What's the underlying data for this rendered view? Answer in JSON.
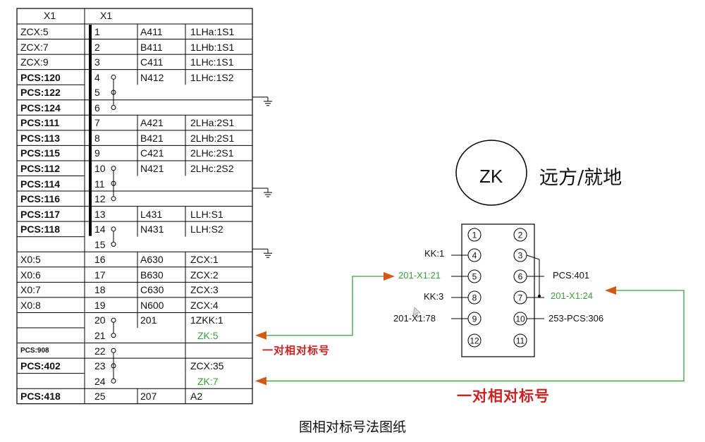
{
  "colors": {
    "line": "#000000",
    "green": "#3aa23a",
    "red": "#cc2222",
    "arrow": "#d25a14"
  },
  "table": {
    "header_left": "X1",
    "header_right": "X1",
    "rows": [
      {
        "src": "ZCX:5",
        "num": "1",
        "a": "A411",
        "b": "1LHa:1S1"
      },
      {
        "src": "ZCX:7",
        "num": "2",
        "a": "B411",
        "b": "1LHb:1S1"
      },
      {
        "src": "ZCX:9",
        "num": "3",
        "a": "C411",
        "b": "1LHc:1S1"
      },
      {
        "src": "PCS:120",
        "num": "4",
        "a": "N412",
        "b": "1LHc:1S2"
      },
      {
        "src": "PCS:122",
        "num": "5",
        "a": "",
        "b": ""
      },
      {
        "src": "PCS:124",
        "num": "6",
        "a": "",
        "b": ""
      },
      {
        "src": "PCS:111",
        "num": "7",
        "a": "A421",
        "b": "2LHa:2S1"
      },
      {
        "src": "PCS:113",
        "num": "8",
        "a": "B421",
        "b": "2LHb:2S1"
      },
      {
        "src": "PCS:115",
        "num": "9",
        "a": "C421",
        "b": "2LHc:2S1"
      },
      {
        "src": "PCS:112",
        "num": "10",
        "a": "N421",
        "b": "2LHc:2S2"
      },
      {
        "src": "PCS:114",
        "num": "11",
        "a": "",
        "b": ""
      },
      {
        "src": "PCS:116",
        "num": "12",
        "a": "",
        "b": ""
      },
      {
        "src": "PCS:117",
        "num": "13",
        "a": "L431",
        "b": "LLH:S1"
      },
      {
        "src": "PCS:118",
        "num": "14",
        "a": "N431",
        "b": "LLH:S2"
      },
      {
        "src": "",
        "num": "15",
        "a": "",
        "b": ""
      },
      {
        "src": "X0:5",
        "num": "16",
        "a": "A630",
        "b": "ZCX:1"
      },
      {
        "src": "X0:6",
        "num": "17",
        "a": "B630",
        "b": "ZCX:2"
      },
      {
        "src": "X0:7",
        "num": "18",
        "a": "C630",
        "b": "ZCX:3"
      },
      {
        "src": "X0:8",
        "num": "19",
        "a": "N600",
        "b": "ZCX:4"
      },
      {
        "src": "",
        "num": "20",
        "a": "201",
        "b": "1ZKK:1"
      },
      {
        "src": "",
        "num": "21",
        "a": "",
        "b": "ZK:5"
      },
      {
        "src": "PCS:908",
        "num": "22",
        "a": "",
        "b": ""
      },
      {
        "src": "PCS:402",
        "num": "23",
        "a": "",
        "b": "ZCX:35"
      },
      {
        "src": "",
        "num": "24",
        "a": "",
        "b": "ZK:7"
      },
      {
        "src": "PCS:418",
        "num": "25",
        "a": "207",
        "b": "A2"
      }
    ]
  },
  "zk": {
    "circle_label": "ZK",
    "side_label": "远方/就地",
    "terminals": [
      "①",
      "②",
      "③",
      "④",
      "⑤",
      "⑥",
      "⑦",
      "⑧",
      "⑨",
      "⑩",
      "⑪",
      "⑫"
    ],
    "connections": {
      "t4": "KK:1",
      "t5": "201-X1:21",
      "t8": "KK:3",
      "t9": "201-X1:78",
      "t6": "PCS:401",
      "t7": "201-X1:24",
      "t10": "253-PCS:306"
    }
  },
  "annotations": {
    "pair_label_1": "一对相对标号",
    "pair_label_2": "一对相对标号"
  },
  "caption": "图相对标号法图纸"
}
